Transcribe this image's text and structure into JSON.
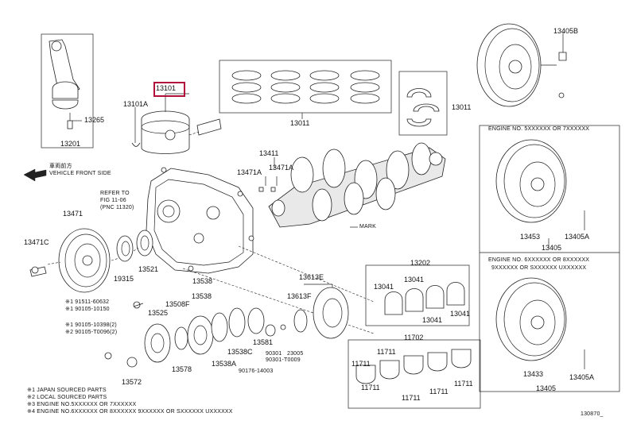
{
  "diagram": {
    "part_numbers": {
      "p13101": "13101",
      "p13101A": "13101A",
      "p13011_top": "13011",
      "p13011_right": "13011",
      "p13405B": "13405B",
      "p13265": "13265",
      "p13201": "13201",
      "p13411": "13411",
      "p13471A_a": "13471A",
      "p13471A_b": "13471A",
      "p13471": "13471",
      "p13471C": "13471C",
      "p19315": "19315",
      "p13521": "13521",
      "p13453_a": "13453",
      "p13405A_a": "13405A",
      "p13405_a": "13405",
      "p13202": "13202",
      "p13041_a": "13041",
      "p13041_b": "13041",
      "p13041_c": "13041",
      "p13041_d": "13041",
      "p13613E": "13613E",
      "p13613F": "13613F",
      "p13538_a": "13538",
      "p13538_b": "13538",
      "p13508F": "13508F",
      "p13525": "13525",
      "p13578": "13578",
      "p13538A": "13538A",
      "p13538C": "13538C",
      "p13581": "13581",
      "p90301": "90301",
      "p23005": "23005",
      "p90301b": "90301-T0009",
      "p90176": "90176-14003",
      "p11702": "11702",
      "p11711_a": "11711",
      "p11711_b": "11711",
      "p11711_c": "11711",
      "p11711_d": "11711",
      "p11711_e": "11711",
      "p11711_f": "11711",
      "p13572": "13572",
      "p13433": "13433",
      "p13405A_b": "13405A",
      "p13405_b": "13405"
    },
    "labels": {
      "vehicle_front_jp": "車両前方",
      "vehicle_front": "VEHICLE FRONT SIDE",
      "refer_to_1": "REFER TO",
      "refer_to_2": "FIG 11-06",
      "refer_to_3": "(PNC 11320)",
      "mark": "MARK",
      "engine_no_1": "ENGINE NO. 5XXXXXX OR 7XXXXXX",
      "engine_no_2a": "ENGINE NO. 6XXXXXX OR 8XXXXXX",
      "engine_no_2b": "9XXXXXX OR SXXXXXX  UXXXXXX",
      "bolt_a": "※1 91511-60632",
      "bolt_b": "※1 90105-10150",
      "bolt_c": "※1 90105-10398(2)",
      "bolt_d": "※2 90105-T0096(2)",
      "note_1": "※1 JAPAN SOURCED PARTS",
      "note_2": "※2 LOCAL SOURCED PARTS",
      "note_3": "※3 ENGINE NO.5XXXXXX OR 7XXXXXX",
      "note_4": "※4 ENGINE NO.6XXXXXX OR 8XXXXXX  9XXXXXX OR SXXXXXX  UXXXXXX",
      "figure_id": "130870_"
    },
    "highlight_color": "#b0103a"
  }
}
